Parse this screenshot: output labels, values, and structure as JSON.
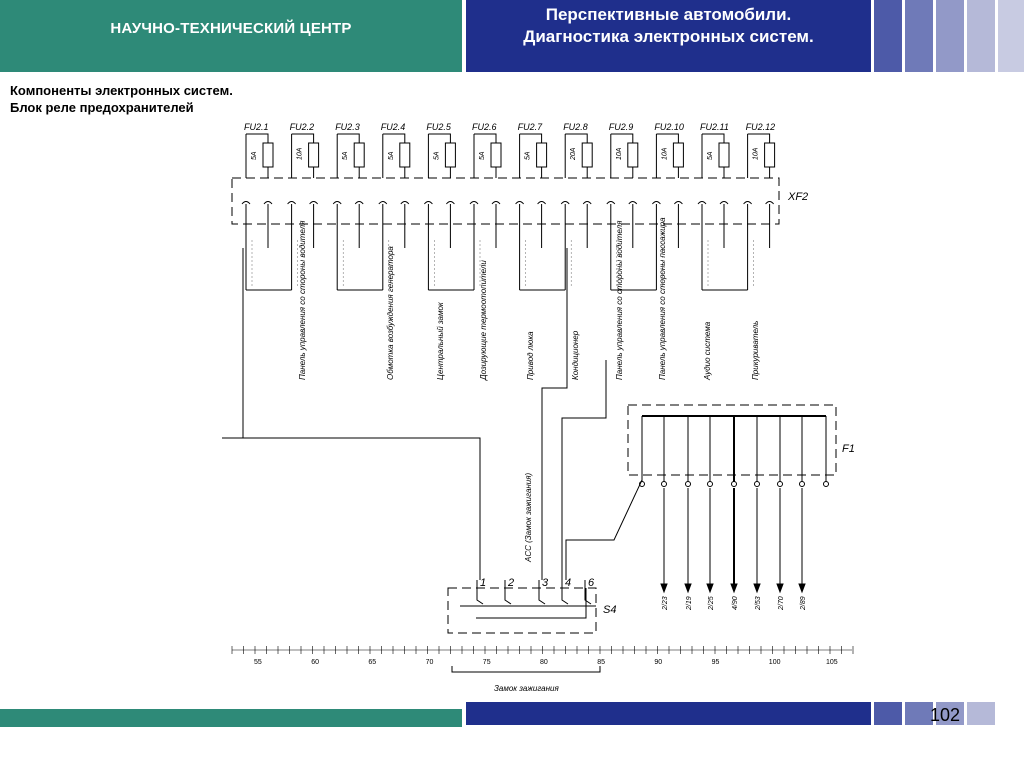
{
  "header": {
    "left_title": "НАУЧНО-ТЕХНИЧЕСКИЙ ЦЕНТР",
    "right_title_line1": "Перспективные автомобили.",
    "right_title_line2": "Диагностика электронных систем."
  },
  "subtitle": {
    "line1": "Компоненты электронных систем.",
    "line2": "Блок реле предохранителей"
  },
  "page_number": "102",
  "colors": {
    "green": "#2e8a78",
    "navy": "#1f2f8c",
    "header_squares": [
      "#4d5aa8",
      "#6f7ab8",
      "#9299c8",
      "#b5b9d8",
      "#c8cbe2"
    ]
  },
  "diagram": {
    "fuses": [
      {
        "id": "FU2.1",
        "rating": "5A"
      },
      {
        "id": "FU2.2",
        "rating": "10A"
      },
      {
        "id": "FU2.3",
        "rating": "5A"
      },
      {
        "id": "FU2.4",
        "rating": "5A"
      },
      {
        "id": "FU2.5",
        "rating": "5A"
      },
      {
        "id": "FU2.6",
        "rating": "5A"
      },
      {
        "id": "FU2.7",
        "rating": "5A"
      },
      {
        "id": "FU2.8",
        "rating": "20A"
      },
      {
        "id": "FU2.9",
        "rating": "10A"
      },
      {
        "id": "FU2.10",
        "rating": "10A"
      },
      {
        "id": "FU2.11",
        "rating": "5A"
      },
      {
        "id": "FU2.12",
        "rating": "10A"
      }
    ],
    "connector_xf2": "XF2",
    "block_f1": "F1",
    "switch_s4": "S4",
    "consumers": [
      "Панель управления со стороны водителя",
      "Обмотка возбуждения генератора",
      "Центральный замок",
      "Дозирующие термоотопители",
      "Привод люка",
      "Кондиционер",
      "Панель управления со стороны водителя",
      "Панель управления со стороны пассажира",
      "Аудио система",
      "Прикуриватель"
    ],
    "switch_contacts": [
      "1",
      "2",
      "3",
      "4",
      "6"
    ],
    "acc_label": "ACC (Замок зажигания)",
    "f1_outputs": [
      "2/23",
      "2/19",
      "2/25",
      "4/90",
      "2/53",
      "2/70",
      "2/89"
    ],
    "ruler_labels": [
      "55",
      "60",
      "65",
      "70",
      "75",
      "80",
      "85",
      "90",
      "95",
      "100",
      "105"
    ],
    "ignition_lock_caption": "Замок зажигания"
  }
}
